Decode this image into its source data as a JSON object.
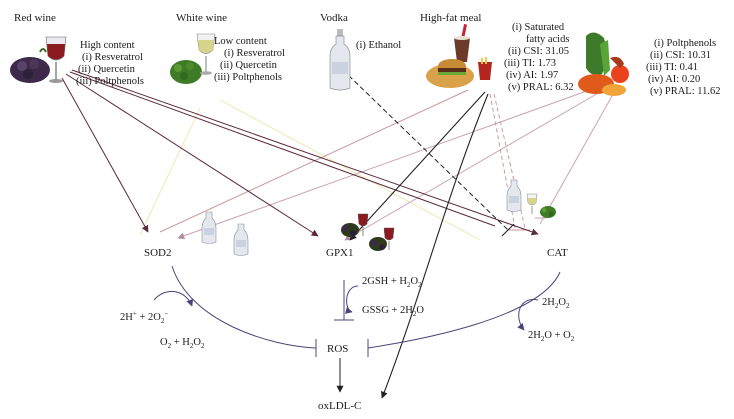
{
  "sources": {
    "red_wine": {
      "header": "Red wine",
      "content_title": "High content",
      "items": [
        "(i) Resveratrol",
        "(ii) Quercetin",
        "(iii) Poltphenols"
      ]
    },
    "white_wine": {
      "header": "White wine",
      "content_title": "Low content",
      "items": [
        "(i) Resveratrol",
        "(ii) Quercetin",
        "(iii) Poltphenols"
      ]
    },
    "vodka": {
      "header": "Vodka",
      "items": [
        "(i)  Ethanol"
      ]
    },
    "high_fat_meal": {
      "header": "High-fat meal",
      "items": [
        "(i)  Saturated",
        "fatty acids",
        "(ii)  CSI: 31.05",
        "(iii)  TI: 1.73",
        "(iv)  AI: 1.97",
        "(v)  PRAL: 6.32"
      ]
    },
    "vegetables": {
      "items": [
        "(i)  Poltphenols",
        "(ii)  CSI: 10.31",
        "(iii)  TI: 0.41",
        "(iv)  AI: 0.20",
        "(v)  PRAL: 11.62"
      ]
    }
  },
  "nodes": {
    "sod2": "SOD2",
    "gpx1": "GPX1",
    "cat": "CAT",
    "ros": "ROS",
    "oxldl": "oxLDL-C"
  },
  "reactions": {
    "sod_in": {
      "base": "2H",
      "sup1": "+",
      "mid": " + 2O",
      "sub": "2",
      "sup2": "−"
    },
    "sod_out": {
      "a": "O",
      "sub1": "2",
      "b": " + H",
      "sub2": "2",
      "c": "O",
      "sub3": "2"
    },
    "gpx_in": {
      "a": "2GSH + H",
      "sub1": "2",
      "b": "O",
      "sub2": "2"
    },
    "gpx_out": {
      "a": "GSSG + 2H",
      "sub1": "2",
      "b": "O"
    },
    "cat_in": {
      "a": "2H",
      "sub1": "2",
      "b": "O",
      "sub2": "2"
    },
    "cat_out": {
      "a": "2H",
      "sub1": "2",
      "b": "O + O",
      "sub2": "2"
    }
  },
  "colors": {
    "red_wine_link": "#5b2a3c",
    "white_wine_link": "#f2efc3",
    "vodka_link": "#222222",
    "high_fat_link": "#c79a9a",
    "vegetable_link": "#caa3b3",
    "pathway": "#4a4578",
    "text": "#1a1a1a"
  },
  "icons": [
    "red-wine-glass-grapes-icon",
    "white-wine-glass-grapes-icon",
    "vodka-bottle-icon",
    "fast-food-meal-icon",
    "vegetables-fruits-icon",
    "small-vodka-bottle-icon",
    "small-red-wine-icon",
    "small-white-wine-icon"
  ]
}
